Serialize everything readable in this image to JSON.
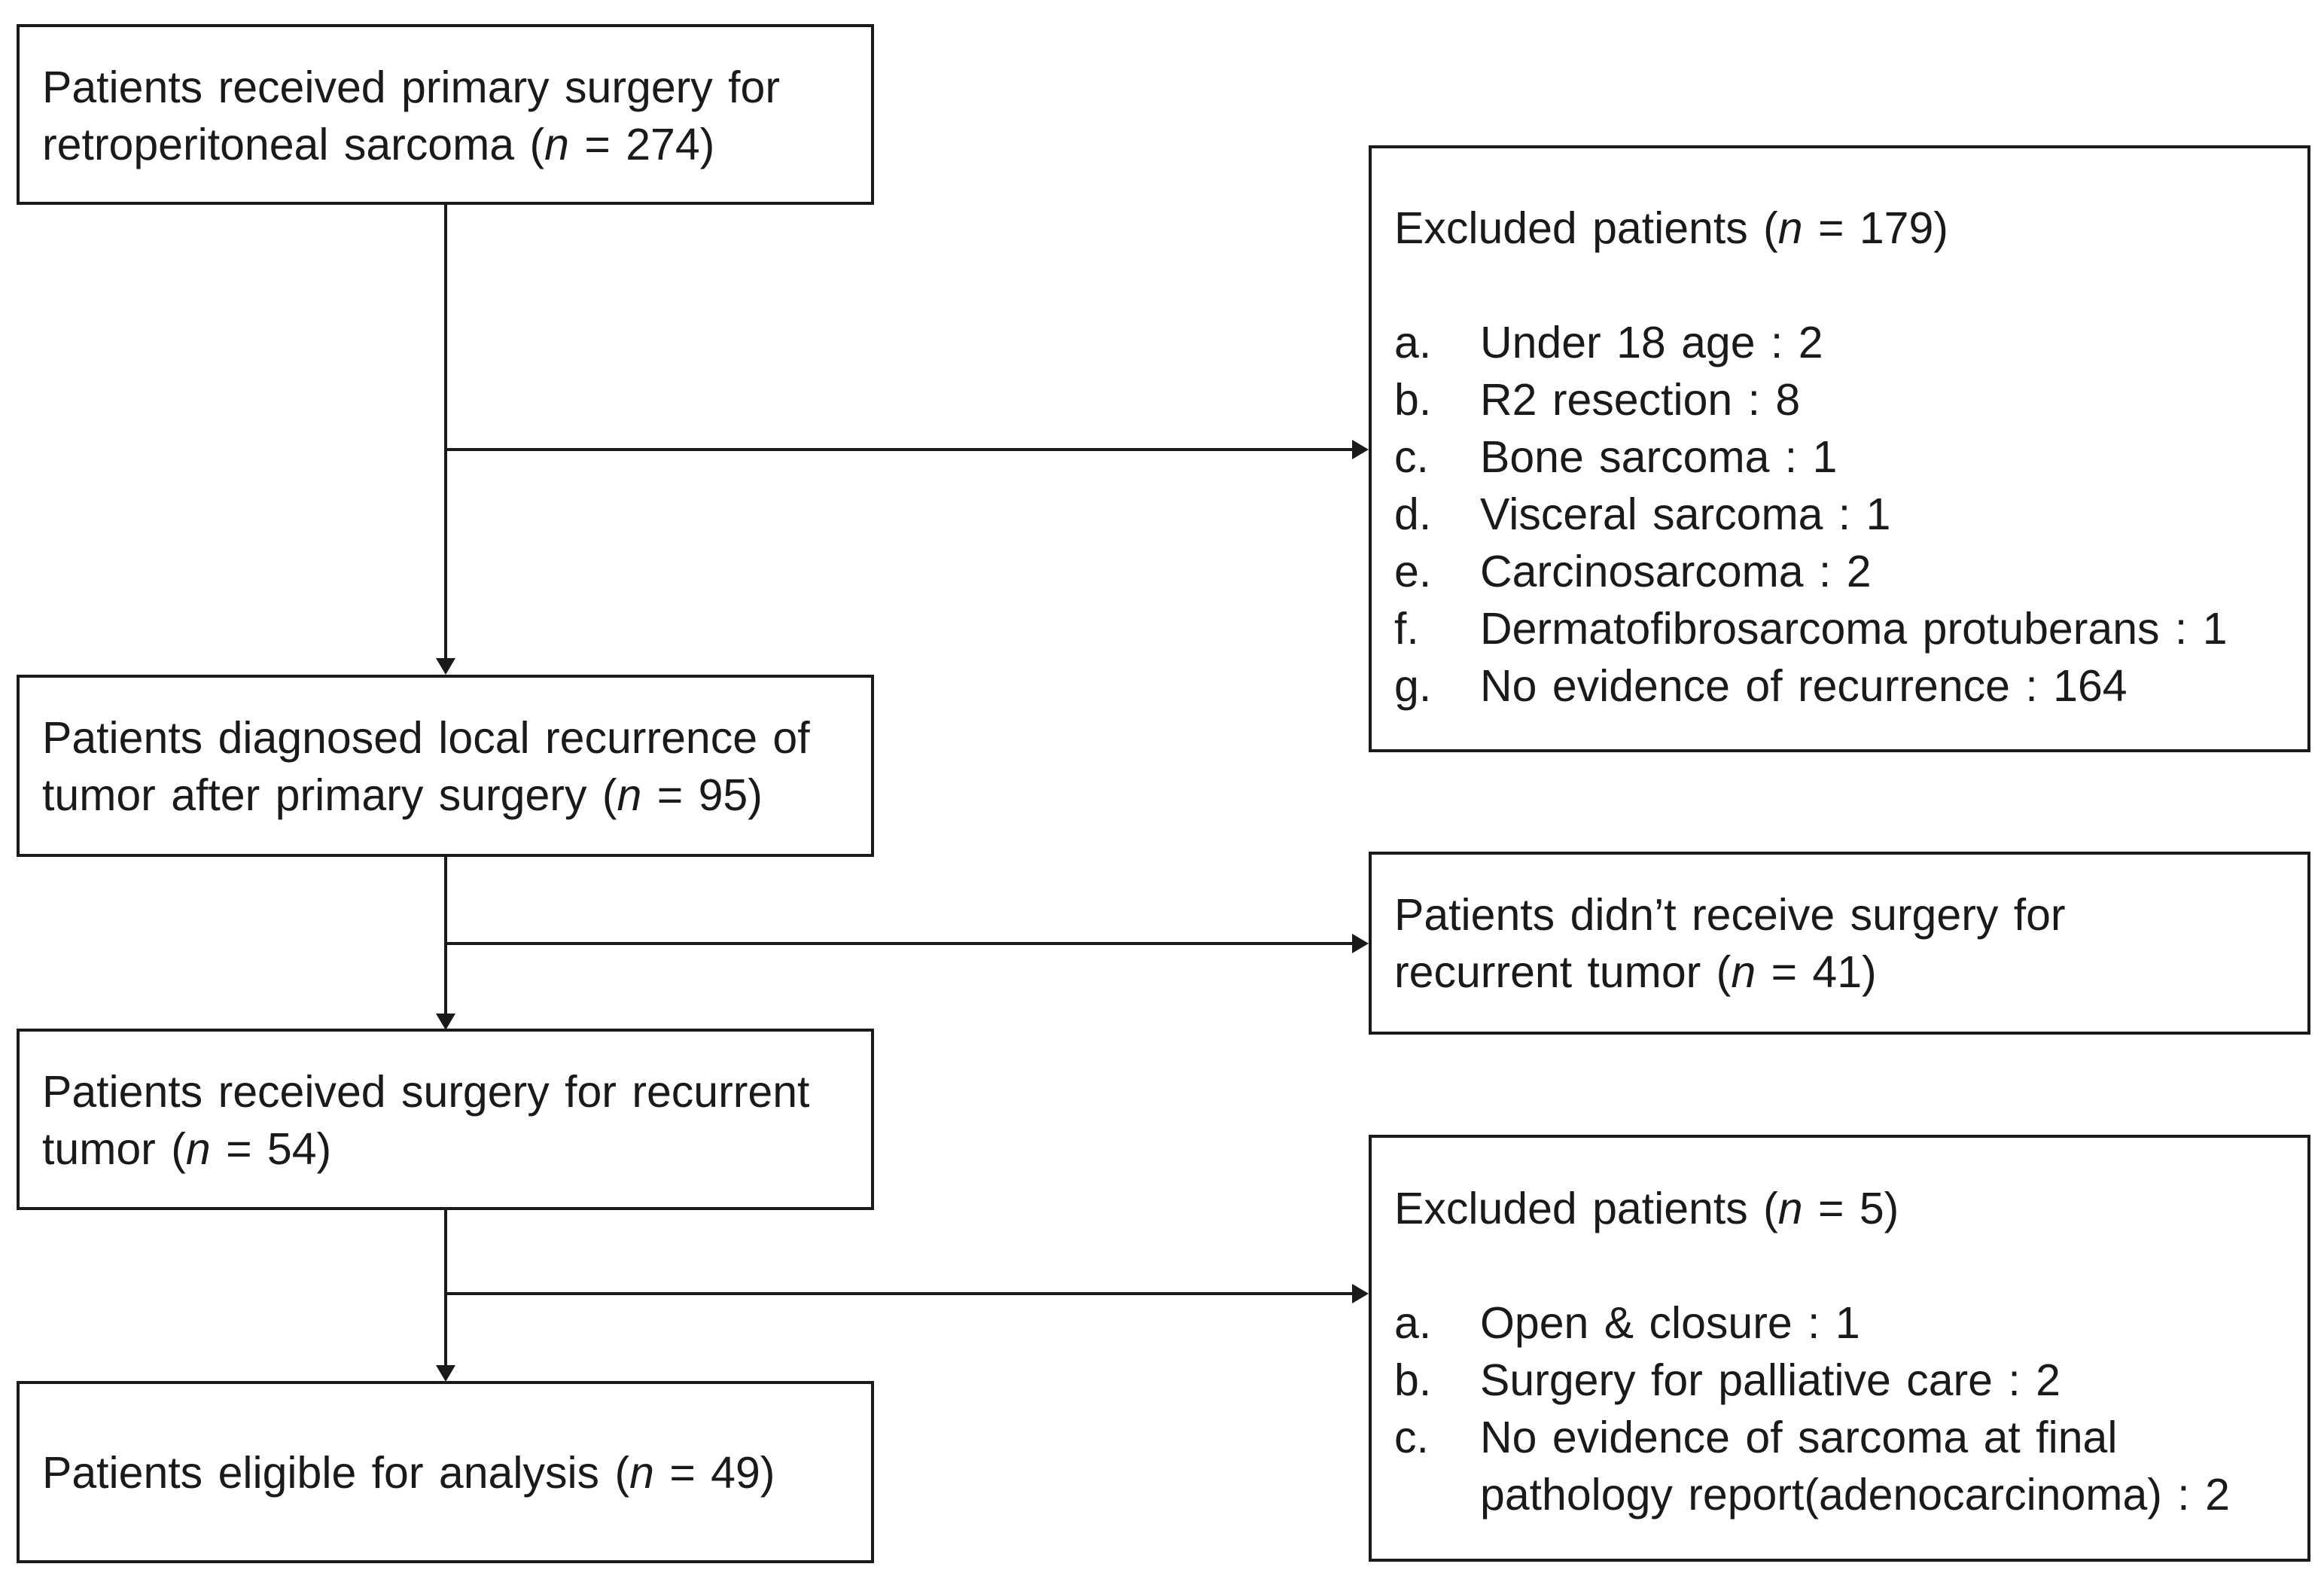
{
  "flow": {
    "box1": {
      "line1": "Patients received primary surgery for",
      "line2_pre": "retroperitoneal sarcoma (",
      "n_var": "n",
      "line2_post": " = 274)"
    },
    "box2": {
      "line1": "Patients diagnosed local recurrence of",
      "line2_pre": "tumor after primary surgery (",
      "n_var": "n",
      "line2_post": " = 95)"
    },
    "box3": {
      "line1": "Patients received surgery for recurrent",
      "line2_pre": "tumor (",
      "n_var": "n",
      "line2_post": " = 54)"
    },
    "box4": {
      "line1_pre": "Patients eligible for analysis (",
      "n_var": "n",
      "line1_post": " = 49)"
    }
  },
  "side": {
    "excluded1": {
      "title_pre": "Excluded patients (",
      "n_var": "n",
      "title_post": " = 179)",
      "items": [
        {
          "letter": "a.",
          "text": "Under 18 age : 2"
        },
        {
          "letter": "b.",
          "text": "R2 resection : 8"
        },
        {
          "letter": "c.",
          "text": "Bone sarcoma : 1"
        },
        {
          "letter": "d.",
          "text": "Visceral sarcoma : 1"
        },
        {
          "letter": "e.",
          "text": "Carcinosarcoma : 2"
        },
        {
          "letter": "f.",
          "text": "Dermatofibrosarcoma protuberans : 1"
        },
        {
          "letter": "g.",
          "text": "No evidence of recurrence : 164"
        }
      ]
    },
    "nosurgery": {
      "line1": "Patients didn’t receive surgery for",
      "line2_pre": "recurrent tumor (",
      "n_var": "n",
      "line2_post": " = 41)"
    },
    "excluded2": {
      "title_pre": "Excluded patients (",
      "n_var": "n",
      "title_post": " = 5)",
      "items": [
        {
          "letter": "a.",
          "text": "Open & closure : 1"
        },
        {
          "letter": "b.",
          "text": "Surgery for palliative care : 2"
        },
        {
          "letter": "c.",
          "text": "No evidence of sarcoma at final"
        },
        {
          "letter": "",
          "text": "pathology report(adenocarcinoma) : 2"
        }
      ]
    }
  }
}
